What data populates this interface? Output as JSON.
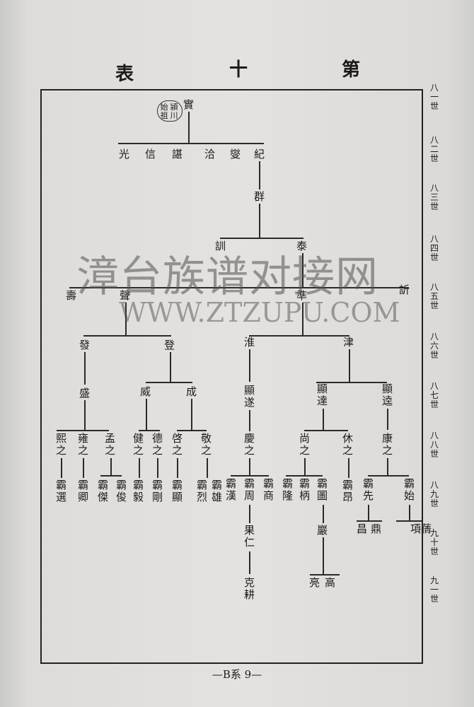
{
  "title": {
    "c1": "第",
    "c2": "十",
    "c3": "表"
  },
  "generations": [
    "八一世",
    "八二世",
    "八三世",
    "八四世",
    "八五世",
    "八六世",
    "八七世",
    "八八世",
    "八九世",
    "九十世",
    "九一世"
  ],
  "origin": {
    "name": "實",
    "note_a": "潁川",
    "note_b": "始祖"
  },
  "gen82": {
    "ji": "紀",
    "xie": "燮",
    "qia": "洽",
    "chen": "諶",
    "xin": "信",
    "guang": "光"
  },
  "gen83": {
    "qun": "群"
  },
  "gen84": {
    "tai": "泰",
    "xun": "訓"
  },
  "gen85": {
    "xin": "訢",
    "zhun": "準",
    "sheng": "聲",
    "shou": "壽"
  },
  "gen86": {
    "jin": "津",
    "huai": "淮",
    "deng": "登",
    "fa": "發"
  },
  "gen87": {
    "xian_kui": "顯逵",
    "xian_da": "顯達",
    "xian_sui": "顯遂",
    "cheng": "成",
    "wei": "威",
    "sheng": "盛"
  },
  "gen88": {
    "kangzhi": "康之",
    "xiuzhi": "休之",
    "shangzhi": "尚之",
    "qingzhi": "慶之",
    "jingzhi": "敬之",
    "qizhi": "啓之",
    "dezhi": "德之",
    "jianzhi": "健之",
    "mengzhi": "孟之",
    "yongzhi": "雍之",
    "xizhi": "熙之"
  },
  "gen89": {
    "bashi": "霸始",
    "baxian": "霸先",
    "baang": "霸昂",
    "batu": "霸圖",
    "babing": "霸柄",
    "balong": "霸隆",
    "bashang": "霸商",
    "bazhou": "霸周",
    "bahan": "霸漢",
    "baxiong": "霸雄",
    "balie": "霸烈",
    "baxian2": "霸顯",
    "bagang": "霸剛",
    "bayi": "霸毅",
    "bajun": "霸俊",
    "bajie": "霸傑",
    "baqing": "霸卿",
    "baxuan": "霸選"
  },
  "gen90": {
    "xiang_qian": "項蒨",
    "ding": "鼎",
    "chang": "昌",
    "yan": "巖",
    "guoren": "果仁"
  },
  "gen91": {
    "gao": "高",
    "liang": "亮",
    "kegeng": "克耕"
  },
  "watermark": {
    "line1": "漳台族谱对接网",
    "line2": "WWW.ZTZUPU.COM"
  },
  "footer": "—B系 9—"
}
